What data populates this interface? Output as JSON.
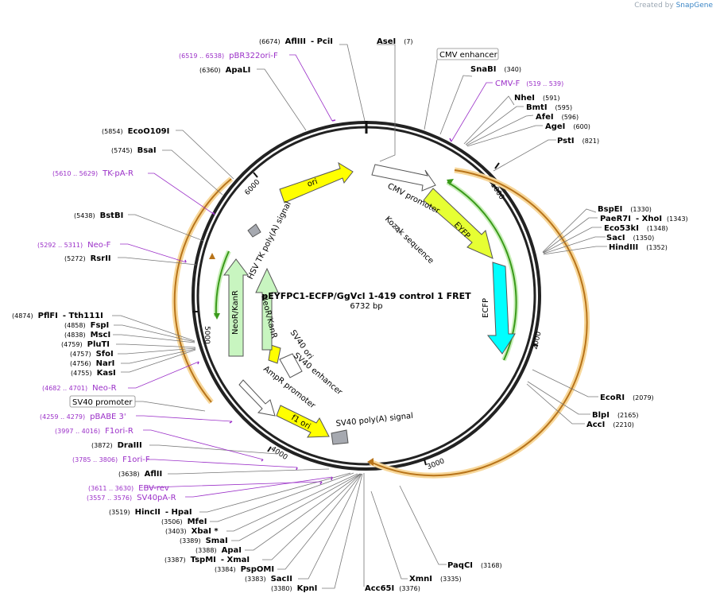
{
  "watermark": {
    "prefix": "Created by",
    "name": "SnapGene"
  },
  "plasmid": {
    "name": "pEYFPC1-ECFP/GgVcl 1-419 control 1 FRET",
    "size": "6732 bp",
    "length": 6732
  },
  "ticks": [
    {
      "pos": 1000,
      "label": "1000"
    },
    {
      "pos": 2000,
      "label": "2000"
    },
    {
      "pos": 3000,
      "label": "3000"
    },
    {
      "pos": 4000,
      "label": "4000"
    },
    {
      "pos": 5000,
      "label": "5000"
    },
    {
      "pos": 6000,
      "label": "6000"
    }
  ],
  "features": [
    {
      "id": "cmv-enhancer",
      "name": "CMV enhancer",
      "boxed": true
    },
    {
      "id": "cmv-promoter",
      "name": "CMV promoter"
    },
    {
      "id": "kozak",
      "name": "Kozak sequence"
    },
    {
      "id": "eyfp",
      "name": "EYFP"
    },
    {
      "id": "ecfp",
      "name": "ECFP"
    },
    {
      "id": "sv40-pa",
      "name": "SV40 poly(A) signal"
    },
    {
      "id": "f1-ori",
      "name": "f1 ori"
    },
    {
      "id": "ampr-promoter",
      "name": "AmpR promoter"
    },
    {
      "id": "sv40-ori",
      "name": "SV40 ori"
    },
    {
      "id": "sv40-enh",
      "name": "SV40 enhancer"
    },
    {
      "id": "neor-inner",
      "name": "NeoR/KanR"
    },
    {
      "id": "neor-outer",
      "name": "NeoR/KanR"
    },
    {
      "id": "hsv-tk",
      "name": "HSV TK poly(A) signal"
    },
    {
      "id": "ori",
      "name": "ori"
    },
    {
      "id": "sv40-promoter",
      "name": "SV40 promoter",
      "boxed": true
    }
  ],
  "primers": [
    {
      "range": "(519 .. 539)",
      "name": "CMV-F"
    },
    {
      "range": "(6519 .. 6538)",
      "name": "pBR322ori-F"
    },
    {
      "range": "(5610 .. 5629)",
      "name": "TK-pA-R"
    },
    {
      "range": "(5292 .. 5311)",
      "name": "Neo-F"
    },
    {
      "range": "(4682 .. 4701)",
      "name": "Neo-R"
    },
    {
      "range": "(4259 .. 4279)",
      "name": "pBABE 3'"
    },
    {
      "range": "(3997 .. 4016)",
      "name": "F1ori-R"
    },
    {
      "range": "(3785 .. 3806)",
      "name": "F1ori-F"
    },
    {
      "range": "(3611 .. 3630)",
      "name": "EBV-rev"
    },
    {
      "range": "(3557 .. 3576)",
      "name": "SV40pA-R"
    }
  ],
  "sites": [
    {
      "pos": "(6674)",
      "name": "AflIII",
      "extra": "- PciI"
    },
    {
      "pos": "(7)",
      "name": "AseI"
    },
    {
      "pos": "(340)",
      "name": "SnaBI"
    },
    {
      "pos": "(591)",
      "name": "NheI"
    },
    {
      "pos": "(595)",
      "name": "BmtI"
    },
    {
      "pos": "(596)",
      "name": "AfeI"
    },
    {
      "pos": "(600)",
      "name": "AgeI"
    },
    {
      "pos": "(821)",
      "name": "PstI"
    },
    {
      "pos": "(1330)",
      "name": "BspEI"
    },
    {
      "pos": "(1343)",
      "name": "PaeR7I",
      "extra": "- XhoI"
    },
    {
      "pos": "(1348)",
      "name": "Eco53kI"
    },
    {
      "pos": "(1350)",
      "name": "SacI"
    },
    {
      "pos": "(1352)",
      "name": "HindIII"
    },
    {
      "pos": "(2079)",
      "name": "EcoRI"
    },
    {
      "pos": "(2165)",
      "name": "BlpI"
    },
    {
      "pos": "(2210)",
      "name": "AccI"
    },
    {
      "pos": "(3168)",
      "name": "PaqCI"
    },
    {
      "pos": "(3335)",
      "name": "XmnI"
    },
    {
      "pos": "(3376)",
      "name": "Acc65I"
    },
    {
      "pos": "(3380)",
      "name": "KpnI"
    },
    {
      "pos": "(3383)",
      "name": "SacII"
    },
    {
      "pos": "(3384)",
      "name": "PspOMI"
    },
    {
      "pos": "(3387)",
      "name": "TspMI",
      "extra": "- XmaI"
    },
    {
      "pos": "(3388)",
      "name": "ApaI"
    },
    {
      "pos": "(3389)",
      "name": "SmaI"
    },
    {
      "pos": "(3403)",
      "name": "XbaI *"
    },
    {
      "pos": "(3506)",
      "name": "MfeI"
    },
    {
      "pos": "(3519)",
      "name": "HincII",
      "extra": "- HpaI"
    },
    {
      "pos": "(3638)",
      "name": "AflII"
    },
    {
      "pos": "(3872)",
      "name": "DraIII"
    },
    {
      "pos": "(4755)",
      "name": "KasI"
    },
    {
      "pos": "(4756)",
      "name": "NarI"
    },
    {
      "pos": "(4757)",
      "name": "SfoI"
    },
    {
      "pos": "(4759)",
      "name": "PluTI"
    },
    {
      "pos": "(4838)",
      "name": "MscI"
    },
    {
      "pos": "(4858)",
      "name": "FspI"
    },
    {
      "pos": "(4874)",
      "name": "PflFI",
      "extra": "- Tth111I"
    },
    {
      "pos": "(5272)",
      "name": "RsrII"
    },
    {
      "pos": "(5438)",
      "name": "BstBI"
    },
    {
      "pos": "(5745)",
      "name": "BsaI"
    },
    {
      "pos": "(5854)",
      "name": "EcoO109I"
    },
    {
      "pos": "(6360)",
      "name": "ApaLI"
    }
  ],
  "colors": {
    "backbone": "#222222",
    "label": "#000000",
    "primer": "#9b30c8",
    "feature_outline": "#555555",
    "orf": "#e0a030",
    "orf_inner": "#3a9a1a",
    "ori": "#ffff00",
    "cds_green": "#c8f5c0",
    "eyfp": "#e6ff33",
    "ecfp": "#00ffff",
    "gray": "#a6a9b0"
  }
}
